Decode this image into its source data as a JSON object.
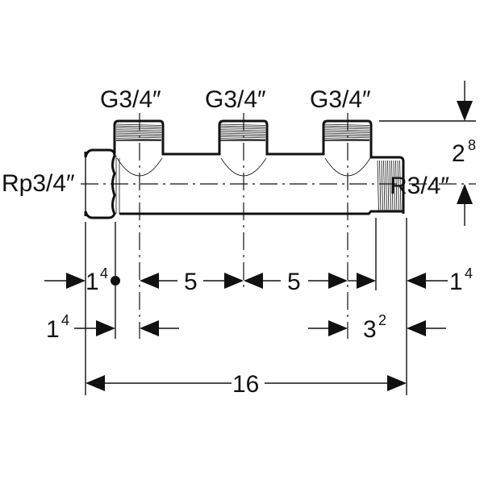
{
  "drawing": {
    "title": "Manifold with 3 outlets — dimension drawing",
    "outlet_labels": [
      "G3/4″",
      "G3/4″",
      "G3/4″"
    ],
    "inlet_label": "Rp3/4″",
    "outlet_end_label": "R3/4″",
    "height_dim": {
      "base": "2",
      "sup": "8"
    },
    "dimensions": {
      "left_end_top": {
        "base": "1",
        "sup": "4"
      },
      "spacing_1": "5",
      "spacing_2": "5",
      "right_end_top": {
        "base": "1",
        "sup": "4"
      },
      "left_end_bottom": {
        "base": "1",
        "sup": "4"
      },
      "right_thread": {
        "base": "3",
        "sup": "2"
      },
      "overall_length": "16"
    },
    "colors": {
      "line": "#111111",
      "background": "#ffffff"
    }
  }
}
